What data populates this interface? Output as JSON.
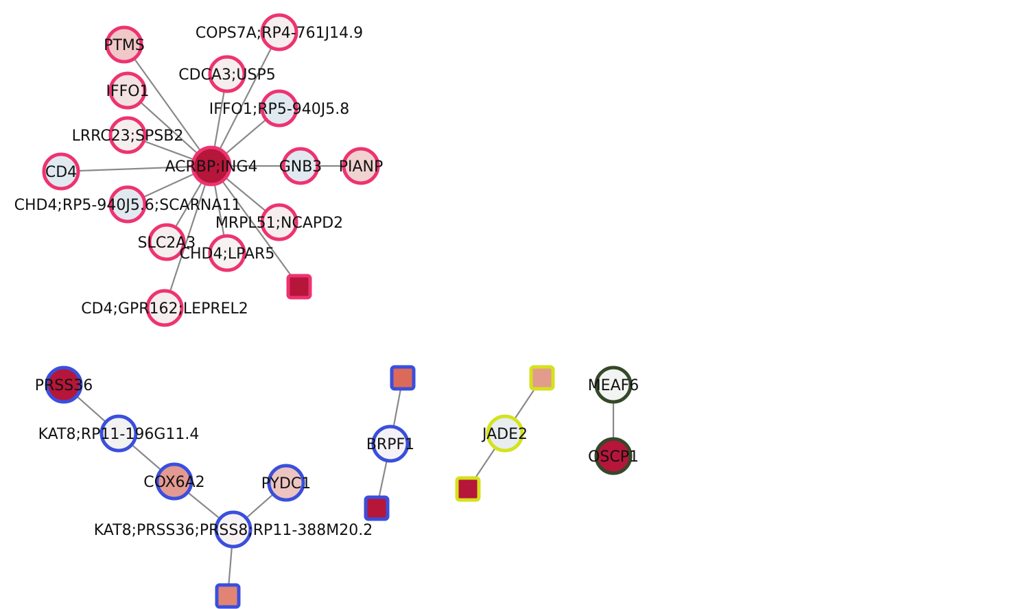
{
  "colors": {
    "edge": "#888888",
    "cluster_pink": "#ee3370",
    "cluster_blue": "#3a4fdc",
    "cluster_yellow": "#d4e21c",
    "cluster_green": "#35482a"
  },
  "nodes": [
    {
      "id": "acrbp",
      "label": "ACRBP;ING4",
      "shape": "circle",
      "fill": "#b5163a",
      "border": "#ee3370"
    },
    {
      "id": "ptms",
      "label": "PTMS",
      "shape": "circle",
      "fill": "#f0c8c8",
      "border": "#ee3370"
    },
    {
      "id": "cops7a",
      "label": "COPS7A;RP4-761J14.9",
      "shape": "circle",
      "fill": "#f6eeee",
      "border": "#ee3370"
    },
    {
      "id": "cdca3",
      "label": "CDCA3;USP5",
      "shape": "circle",
      "fill": "#f6eeee",
      "border": "#ee3370"
    },
    {
      "id": "iffo1",
      "label": "IFFO1",
      "shape": "circle",
      "fill": "#f2e2e2",
      "border": "#ee3370"
    },
    {
      "id": "iffo1rp5",
      "label": "IFFO1;RP5-940J5.8",
      "shape": "circle",
      "fill": "#e1e9f0",
      "border": "#ee3370"
    },
    {
      "id": "lrrc23",
      "label": "LRRC23;SPSB2",
      "shape": "circle",
      "fill": "#f6eeee",
      "border": "#ee3370"
    },
    {
      "id": "cd4",
      "label": "CD4",
      "shape": "circle",
      "fill": "#e1e9f0",
      "border": "#ee3370"
    },
    {
      "id": "gnb3",
      "label": "GNB3",
      "shape": "circle",
      "fill": "#e1e9f0",
      "border": "#ee3370"
    },
    {
      "id": "pianp",
      "label": "PIANP",
      "shape": "circle",
      "fill": "#f0d2d0",
      "border": "#ee3370"
    },
    {
      "id": "chd4rp5",
      "label": "CHD4;RP5-940J5.6;SCARNA11",
      "shape": "circle",
      "fill": "#e1e9f0",
      "border": "#ee3370"
    },
    {
      "id": "mrpl51",
      "label": "MRPL51;NCAPD2",
      "shape": "circle",
      "fill": "#f6eeee",
      "border": "#ee3370"
    },
    {
      "id": "slc2a3",
      "label": "SLC2A3",
      "shape": "circle",
      "fill": "#f6eeee",
      "border": "#ee3370"
    },
    {
      "id": "chd4lpar5",
      "label": "CHD4;LPAR5",
      "shape": "circle",
      "fill": "#f6f2f2",
      "border": "#ee3370"
    },
    {
      "id": "sq_pink",
      "label": "",
      "shape": "square",
      "fill": "#b5163a",
      "border": "#ee3370"
    },
    {
      "id": "cd4gpr",
      "label": "CD4;GPR162;LEPREL2",
      "shape": "circle",
      "fill": "#f6eeee",
      "border": "#ee3370"
    },
    {
      "id": "prss36",
      "label": "PRSS36",
      "shape": "circle",
      "fill": "#b5163a",
      "border": "#3a4fdc"
    },
    {
      "id": "kat8rp11",
      "label": "KAT8;RP11-196G11.4",
      "shape": "circle",
      "fill": "#f2f2f2",
      "border": "#3a4fdc"
    },
    {
      "id": "cox6a2",
      "label": "COX6A2",
      "shape": "circle",
      "fill": "#e39a92",
      "border": "#3a4fdc"
    },
    {
      "id": "pydc1",
      "label": "PYDC1",
      "shape": "circle",
      "fill": "#ecc4c0",
      "border": "#3a4fdc"
    },
    {
      "id": "kat8prss",
      "label": "KAT8;PRSS36;PRSS8;RP11-388M20.2",
      "shape": "circle",
      "fill": "#f6f2f4",
      "border": "#3a4fdc"
    },
    {
      "id": "sq_blue_bottom",
      "label": "",
      "shape": "square",
      "fill": "#e28474",
      "border": "#3a4fdc"
    },
    {
      "id": "sq_blue_top",
      "label": "",
      "shape": "square",
      "fill": "#dc6a5a",
      "border": "#3a4fdc"
    },
    {
      "id": "brpf1",
      "label": "BRPF1",
      "shape": "circle",
      "fill": "#f4f2f6",
      "border": "#3a4fdc"
    },
    {
      "id": "sq_blue_mid",
      "label": "",
      "shape": "square",
      "fill": "#b5163a",
      "border": "#3a4fdc"
    },
    {
      "id": "sq_yellow_top",
      "label": "",
      "shape": "square",
      "fill": "#e29c8c",
      "border": "#d4e21c"
    },
    {
      "id": "jade2",
      "label": "JADE2",
      "shape": "circle",
      "fill": "#e8edf0",
      "border": "#d4e21c"
    },
    {
      "id": "sq_yellow_bottom",
      "label": "",
      "shape": "square",
      "fill": "#b5163a",
      "border": "#d4e21c"
    },
    {
      "id": "meaf6",
      "label": "MEAF6",
      "shape": "circle",
      "fill": "#f2f4f2",
      "border": "#35482a"
    },
    {
      "id": "oscp1",
      "label": "OSCP1",
      "shape": "circle",
      "fill": "#b5163a",
      "border": "#35482a"
    }
  ],
  "edges": [
    [
      "acrbp",
      "ptms"
    ],
    [
      "acrbp",
      "cops7a"
    ],
    [
      "acrbp",
      "cdca3"
    ],
    [
      "acrbp",
      "iffo1"
    ],
    [
      "acrbp",
      "iffo1rp5"
    ],
    [
      "acrbp",
      "lrrc23"
    ],
    [
      "acrbp",
      "cd4"
    ],
    [
      "acrbp",
      "gnb3"
    ],
    [
      "gnb3",
      "pianp"
    ],
    [
      "acrbp",
      "chd4rp5"
    ],
    [
      "acrbp",
      "mrpl51"
    ],
    [
      "acrbp",
      "slc2a3"
    ],
    [
      "acrbp",
      "chd4lpar5"
    ],
    [
      "acrbp",
      "sq_pink"
    ],
    [
      "acrbp",
      "cd4gpr"
    ],
    [
      "prss36",
      "kat8rp11"
    ],
    [
      "kat8rp11",
      "cox6a2"
    ],
    [
      "cox6a2",
      "kat8prss"
    ],
    [
      "pydc1",
      "kat8prss"
    ],
    [
      "kat8prss",
      "sq_blue_bottom"
    ],
    [
      "sq_blue_top",
      "brpf1"
    ],
    [
      "brpf1",
      "sq_blue_mid"
    ],
    [
      "sq_yellow_top",
      "jade2"
    ],
    [
      "jade2",
      "sq_yellow_bottom"
    ],
    [
      "meaf6",
      "oscp1"
    ]
  ]
}
